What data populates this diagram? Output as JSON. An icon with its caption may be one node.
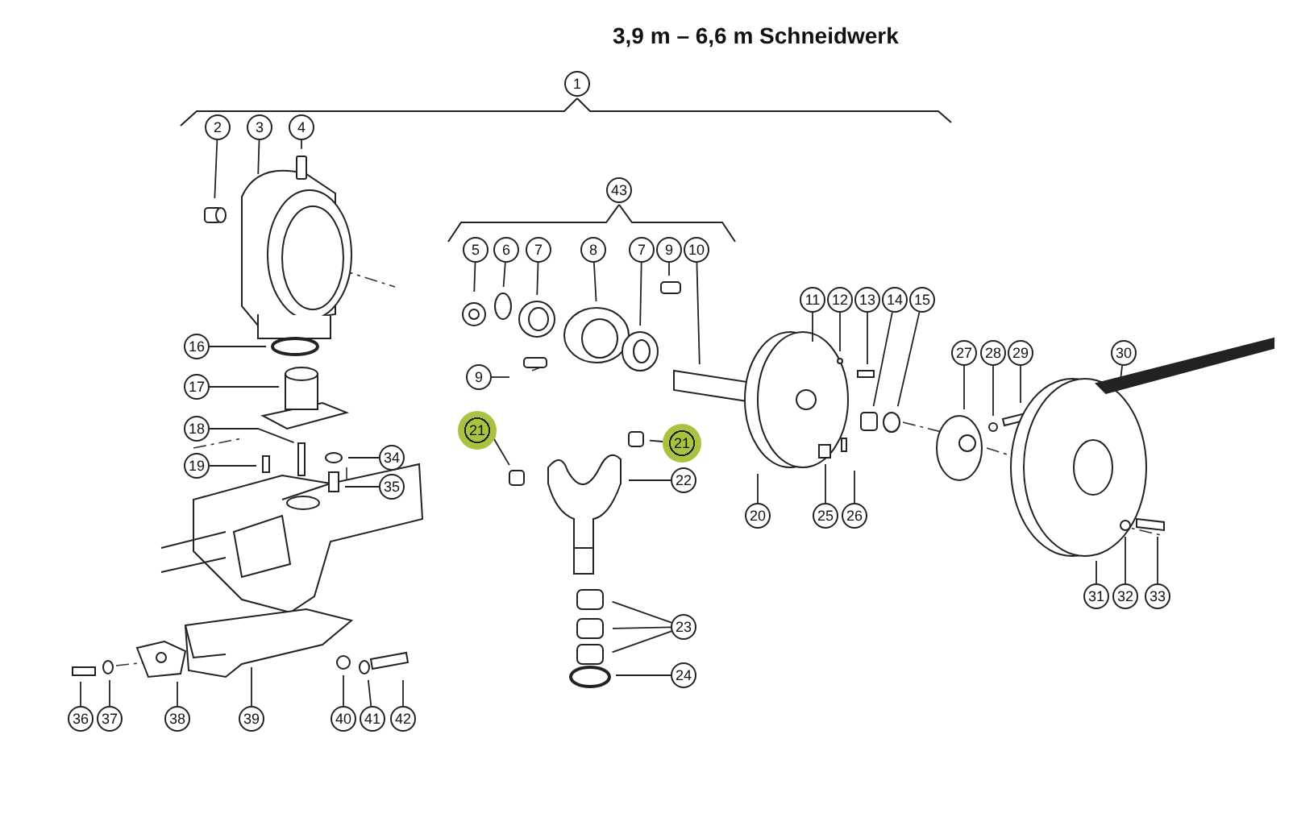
{
  "diagram": {
    "title": "3,9 m – 6,6 m Schneidwerk",
    "nodes": [
      {
        "text": [
          "1"
        ]
      },
      {
        "text": [
          "2"
        ]
      },
      {
        "text": [
          "3"
        ]
      },
      {
        "text": [
          "4"
        ]
      },
      {
        "text": [
          "43"
        ]
      },
      {
        "text": [
          "5"
        ]
      },
      {
        "text": [
          "6"
        ]
      },
      {
        "text": [
          "7"
        ]
      },
      {
        "text": [
          "8"
        ]
      },
      {
        "text": [
          "7"
        ]
      },
      {
        "text": [
          "9"
        ]
      },
      {
        "text": [
          "10"
        ]
      },
      {
        "text": [
          "11"
        ]
      },
      {
        "text": [
          "12"
        ]
      },
      {
        "text": [
          "13"
        ]
      },
      {
        "text": [
          "14"
        ]
      },
      {
        "text": [
          "15"
        ]
      },
      {
        "text": [
          "16"
        ]
      },
      {
        "text": [
          "27"
        ]
      },
      {
        "text": [
          "28"
        ]
      },
      {
        "text": [
          "29"
        ]
      },
      {
        "text": [
          "30"
        ]
      },
      {
        "text": [
          "9"
        ]
      },
      {
        "text": [
          "17"
        ]
      },
      {
        "text": [
          "18"
        ]
      },
      {
        "text": [
          "21"
        ]
      },
      {
        "text": [
          "21"
        ]
      },
      {
        "text": [
          "34"
        ]
      },
      {
        "text": [
          "19"
        ]
      },
      {
        "text": [
          "22"
        ]
      },
      {
        "text": [
          "35"
        ]
      },
      {
        "text": [
          "20"
        ]
      },
      {
        "text": [
          "25"
        ]
      },
      {
        "text": [
          "26"
        ]
      },
      {
        "text": [
          "31"
        ]
      },
      {
        "text": [
          "32"
        ]
      },
      {
        "text": [
          "33"
        ]
      },
      {
        "text": [
          "23"
        ]
      },
      {
        "text": [
          "24"
        ]
      },
      {
        "text": [
          "36"
        ]
      },
      {
        "text": [
          "37"
        ]
      },
      {
        "text": [
          "38"
        ]
      },
      {
        "text": [
          "39"
        ]
      },
      {
        "text": [
          "40"
        ]
      },
      {
        "text": [
          "41"
        ]
      },
      {
        "text": [
          "42"
        ]
      }
    ],
    "edges": [
      {
        "from": 1,
        "to": null,
        "arrow": "none"
      },
      {
        "from": 2,
        "to": null,
        "arrow": "none"
      },
      {
        "from": 3,
        "to": null,
        "arrow": "none"
      },
      {
        "from": 5,
        "to": null,
        "arrow": "none"
      },
      {
        "from": 6,
        "to": null,
        "arrow": "none"
      },
      {
        "from": 7,
        "to": null,
        "arrow": "none"
      },
      {
        "from": 8,
        "to": null,
        "arrow": "none"
      },
      {
        "from": 9,
        "to": null,
        "arrow": "none"
      },
      {
        "from": 10,
        "to": null,
        "arrow": "none"
      },
      {
        "from": 11,
        "to": null,
        "arrow": "none"
      },
      {
        "from": 12,
        "to": null,
        "arrow": "none"
      },
      {
        "from": 13,
        "to": null,
        "arrow": "none"
      },
      {
        "from": 14,
        "to": null,
        "arrow": "none"
      },
      {
        "from": 15,
        "to": null,
        "arrow": "none"
      },
      {
        "from": 16,
        "to": null,
        "arrow": "none"
      },
      {
        "from": 17,
        "to": null,
        "arrow": "none"
      },
      {
        "from": 18,
        "to": null,
        "arrow": "none"
      },
      {
        "from": 19,
        "to": null,
        "arrow": "none"
      },
      {
        "from": 20,
        "to": null,
        "arrow": "none"
      },
      {
        "from": 21,
        "to": null,
        "arrow": "none"
      },
      {
        "from": 22,
        "to": null,
        "arrow": "none"
      },
      {
        "from": 23,
        "to": null,
        "arrow": "none"
      },
      {
        "from": 24,
        "to": null,
        "arrow": "none"
      },
      {
        "from": 25,
        "to": null,
        "arrow": "none"
      },
      {
        "from": 26,
        "to": null,
        "arrow": "none"
      },
      {
        "from": 27,
        "to": null,
        "arrow": "none"
      },
      {
        "from": 28,
        "to": null,
        "arrow": "none"
      },
      {
        "from": 29,
        "to": null,
        "arrow": "none"
      },
      {
        "from": 30,
        "to": null,
        "arrow": "none"
      },
      {
        "from": 31,
        "to": null,
        "arrow": "none"
      },
      {
        "from": 32,
        "to": null,
        "arrow": "none"
      },
      {
        "from": 33,
        "to": null,
        "arrow": "none"
      },
      {
        "from": 34,
        "to": null,
        "arrow": "none"
      },
      {
        "from": 35,
        "to": null,
        "arrow": "none"
      },
      {
        "from": 36,
        "to": null,
        "arrow": "none"
      },
      {
        "from": 37,
        "to": null,
        "arrow": "none"
      },
      {
        "from": 37,
        "to": null,
        "arrow": "none"
      },
      {
        "from": 37,
        "to": null,
        "arrow": "none"
      },
      {
        "from": 38,
        "to": null,
        "arrow": "none"
      },
      {
        "from": 39,
        "to": null,
        "arrow": "none"
      },
      {
        "from": 40,
        "to": null,
        "arrow": "none"
      },
      {
        "from": 41,
        "to": null,
        "arrow": "none"
      },
      {
        "from": 42,
        "to": null,
        "arrow": "none"
      },
      {
        "from": 43,
        "to": null,
        "arrow": "none"
      },
      {
        "from": 44,
        "to": null,
        "arrow": "none"
      },
      {
        "from": 45,
        "to": null,
        "arrow": "none"
      }
    ]
  }
}
